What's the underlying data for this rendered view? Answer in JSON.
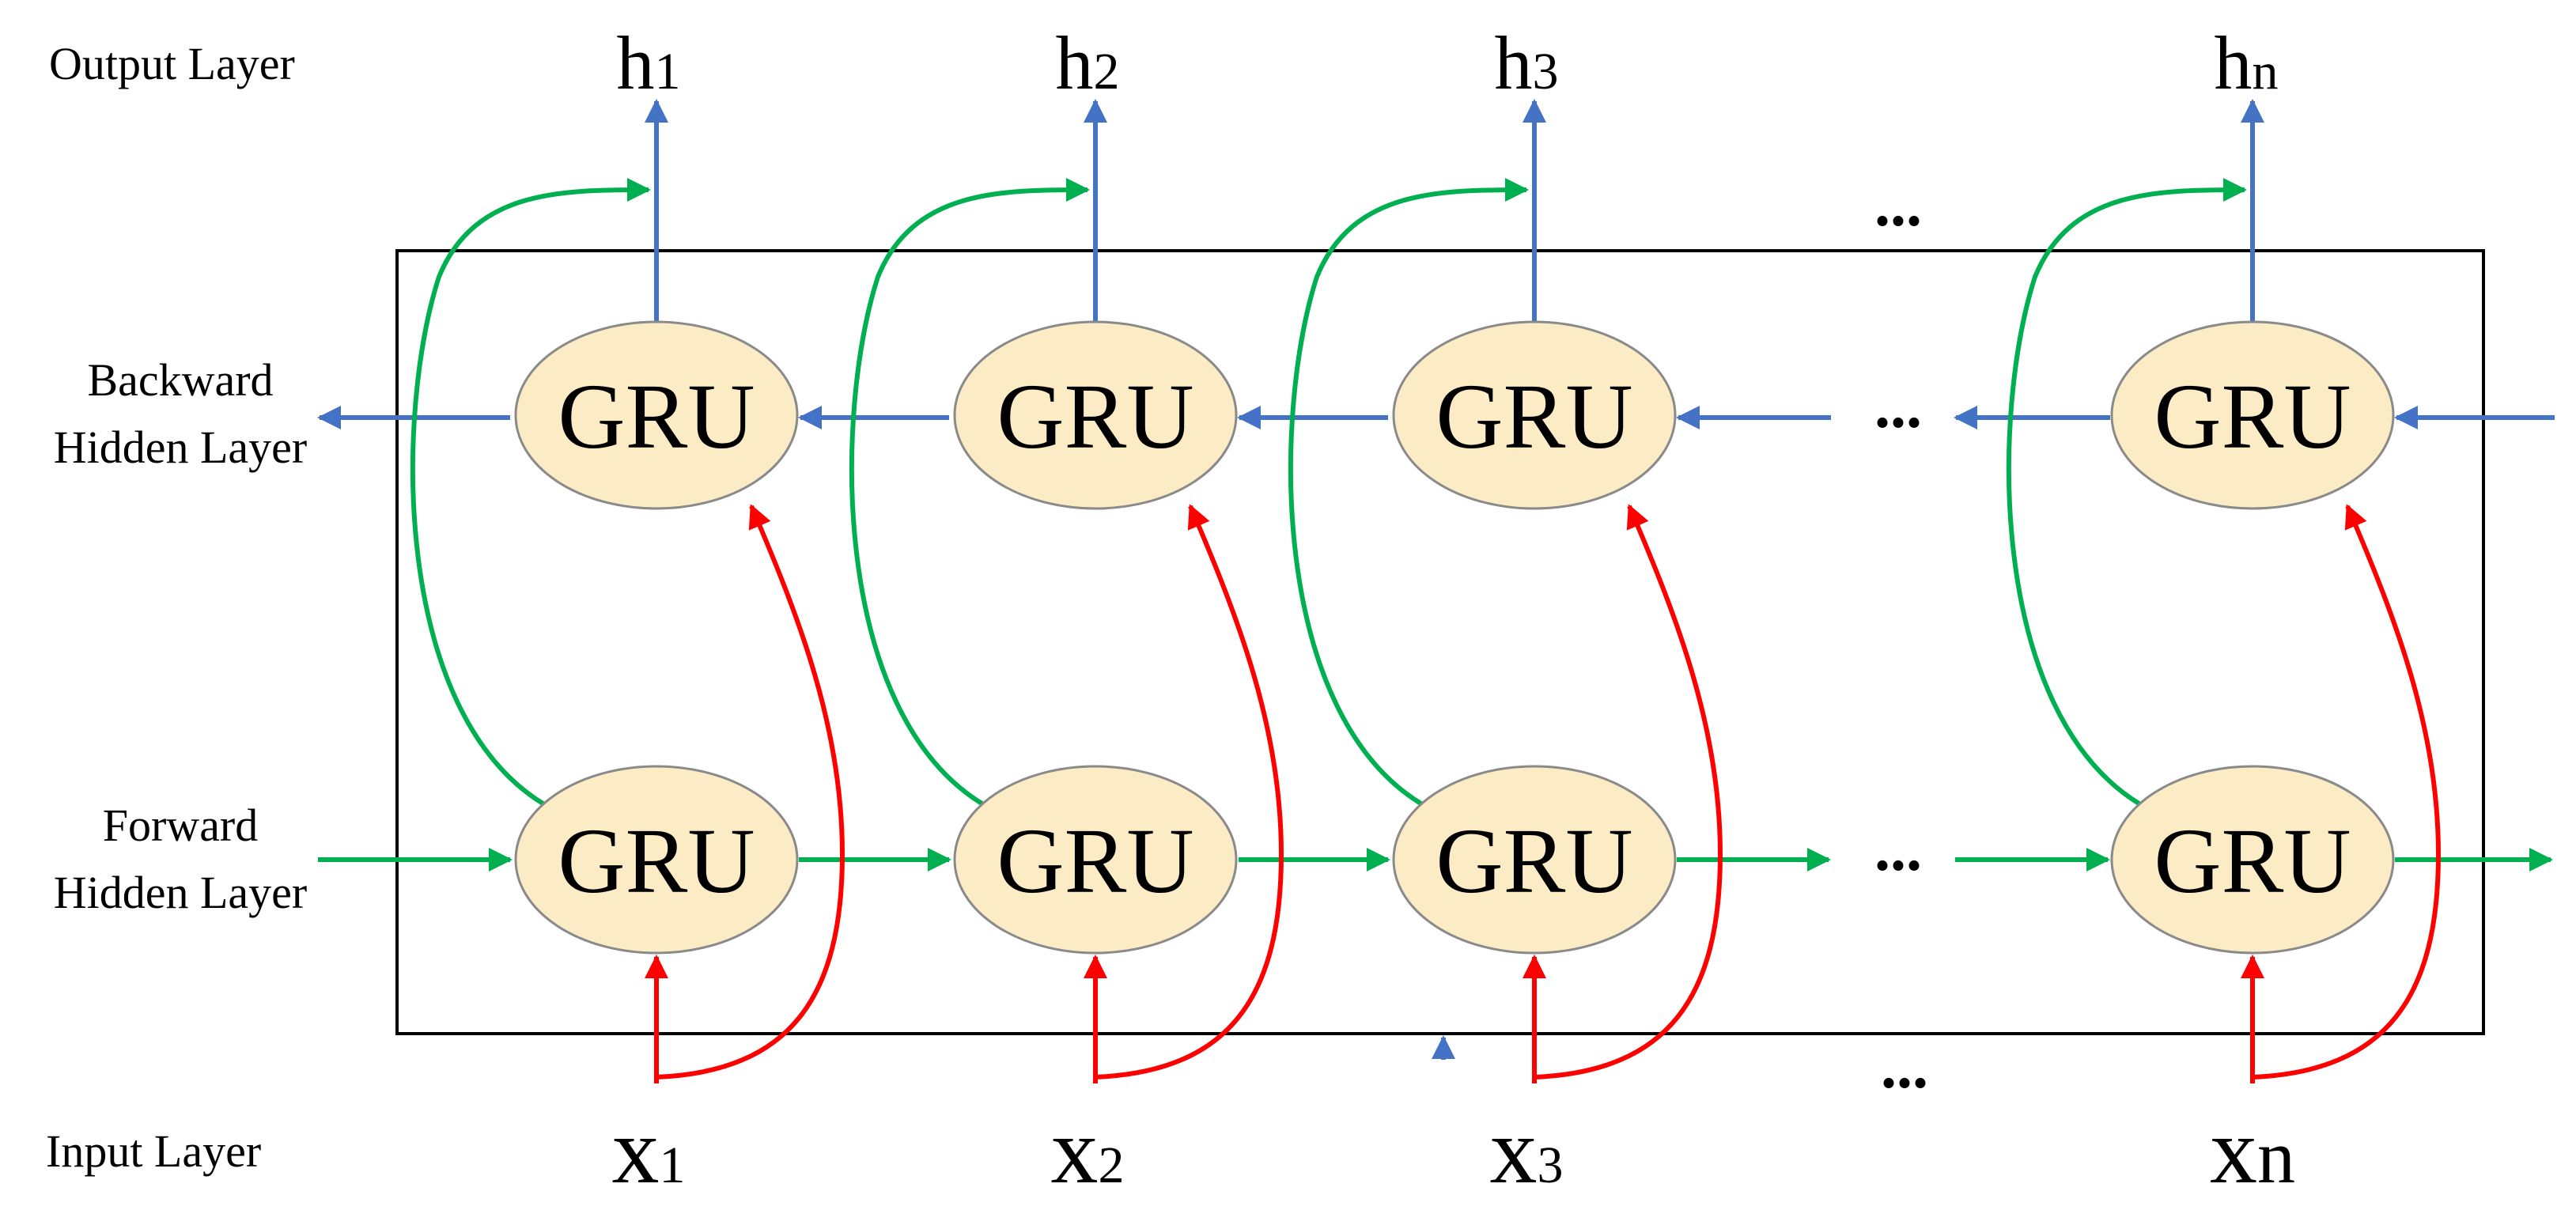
{
  "labels": {
    "output_layer": "Output Layer",
    "backward_line1": "Backward",
    "backward_line2": "Hidden Layer",
    "forward_line1": "Forward",
    "forward_line2": "Hidden Layer",
    "input_layer": "Input Layer"
  },
  "cells": {
    "gru_label": "GRU"
  },
  "outputs": [
    {
      "main": "h",
      "sub": "1"
    },
    {
      "main": "h",
      "sub": "2"
    },
    {
      "main": "h",
      "sub": "3"
    },
    {
      "main": "h",
      "sub": "n"
    }
  ],
  "inputs": [
    {
      "main": "x",
      "sub": "1"
    },
    {
      "main": "x",
      "sub": "2"
    },
    {
      "main": "x",
      "sub": "3"
    },
    {
      "main": "x",
      "sub": "n"
    }
  ],
  "ellipsis": "...",
  "colors": {
    "gru_fill": "#fbecc6",
    "gru_stroke": "#8a8a8a",
    "backward_arrow": "#4472c4",
    "forward_arrow": "#00b050",
    "input_arrow": "#ff0000",
    "frame": "#000000"
  }
}
